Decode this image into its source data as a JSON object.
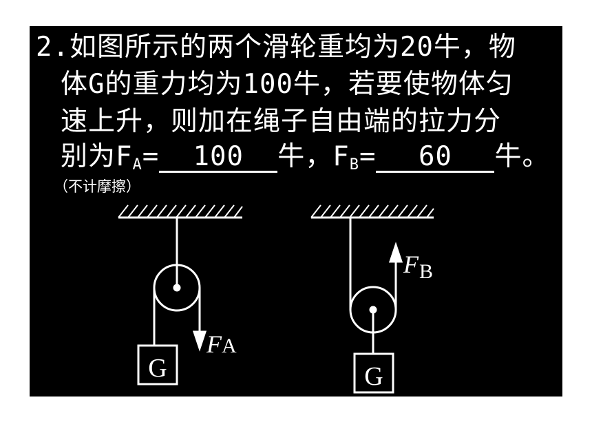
{
  "question": {
    "line1": "2.如图所示的两个滑轮重均为20牛，物",
    "line2": "体G的重力均为100牛，若要使物体匀",
    "line3": "速上升，则加在绳子自由端的拉力分",
    "line4_prefix": "别为F",
    "fa_sub": "A",
    "equals": "=",
    "answer_a": "100",
    "mid_text": "牛，F",
    "fb_sub": "B",
    "answer_b": "60",
    "suffix": "牛。",
    "note": "（不计摩擦）"
  },
  "figure_a": {
    "block_label": "G",
    "force_symbol": "F",
    "force_sub": "A"
  },
  "figure_b": {
    "block_label": "G",
    "force_symbol": "F",
    "force_sub": "B"
  },
  "colors": {
    "background": "#000000",
    "foreground": "#ffffff",
    "page": "#ffffff"
  }
}
